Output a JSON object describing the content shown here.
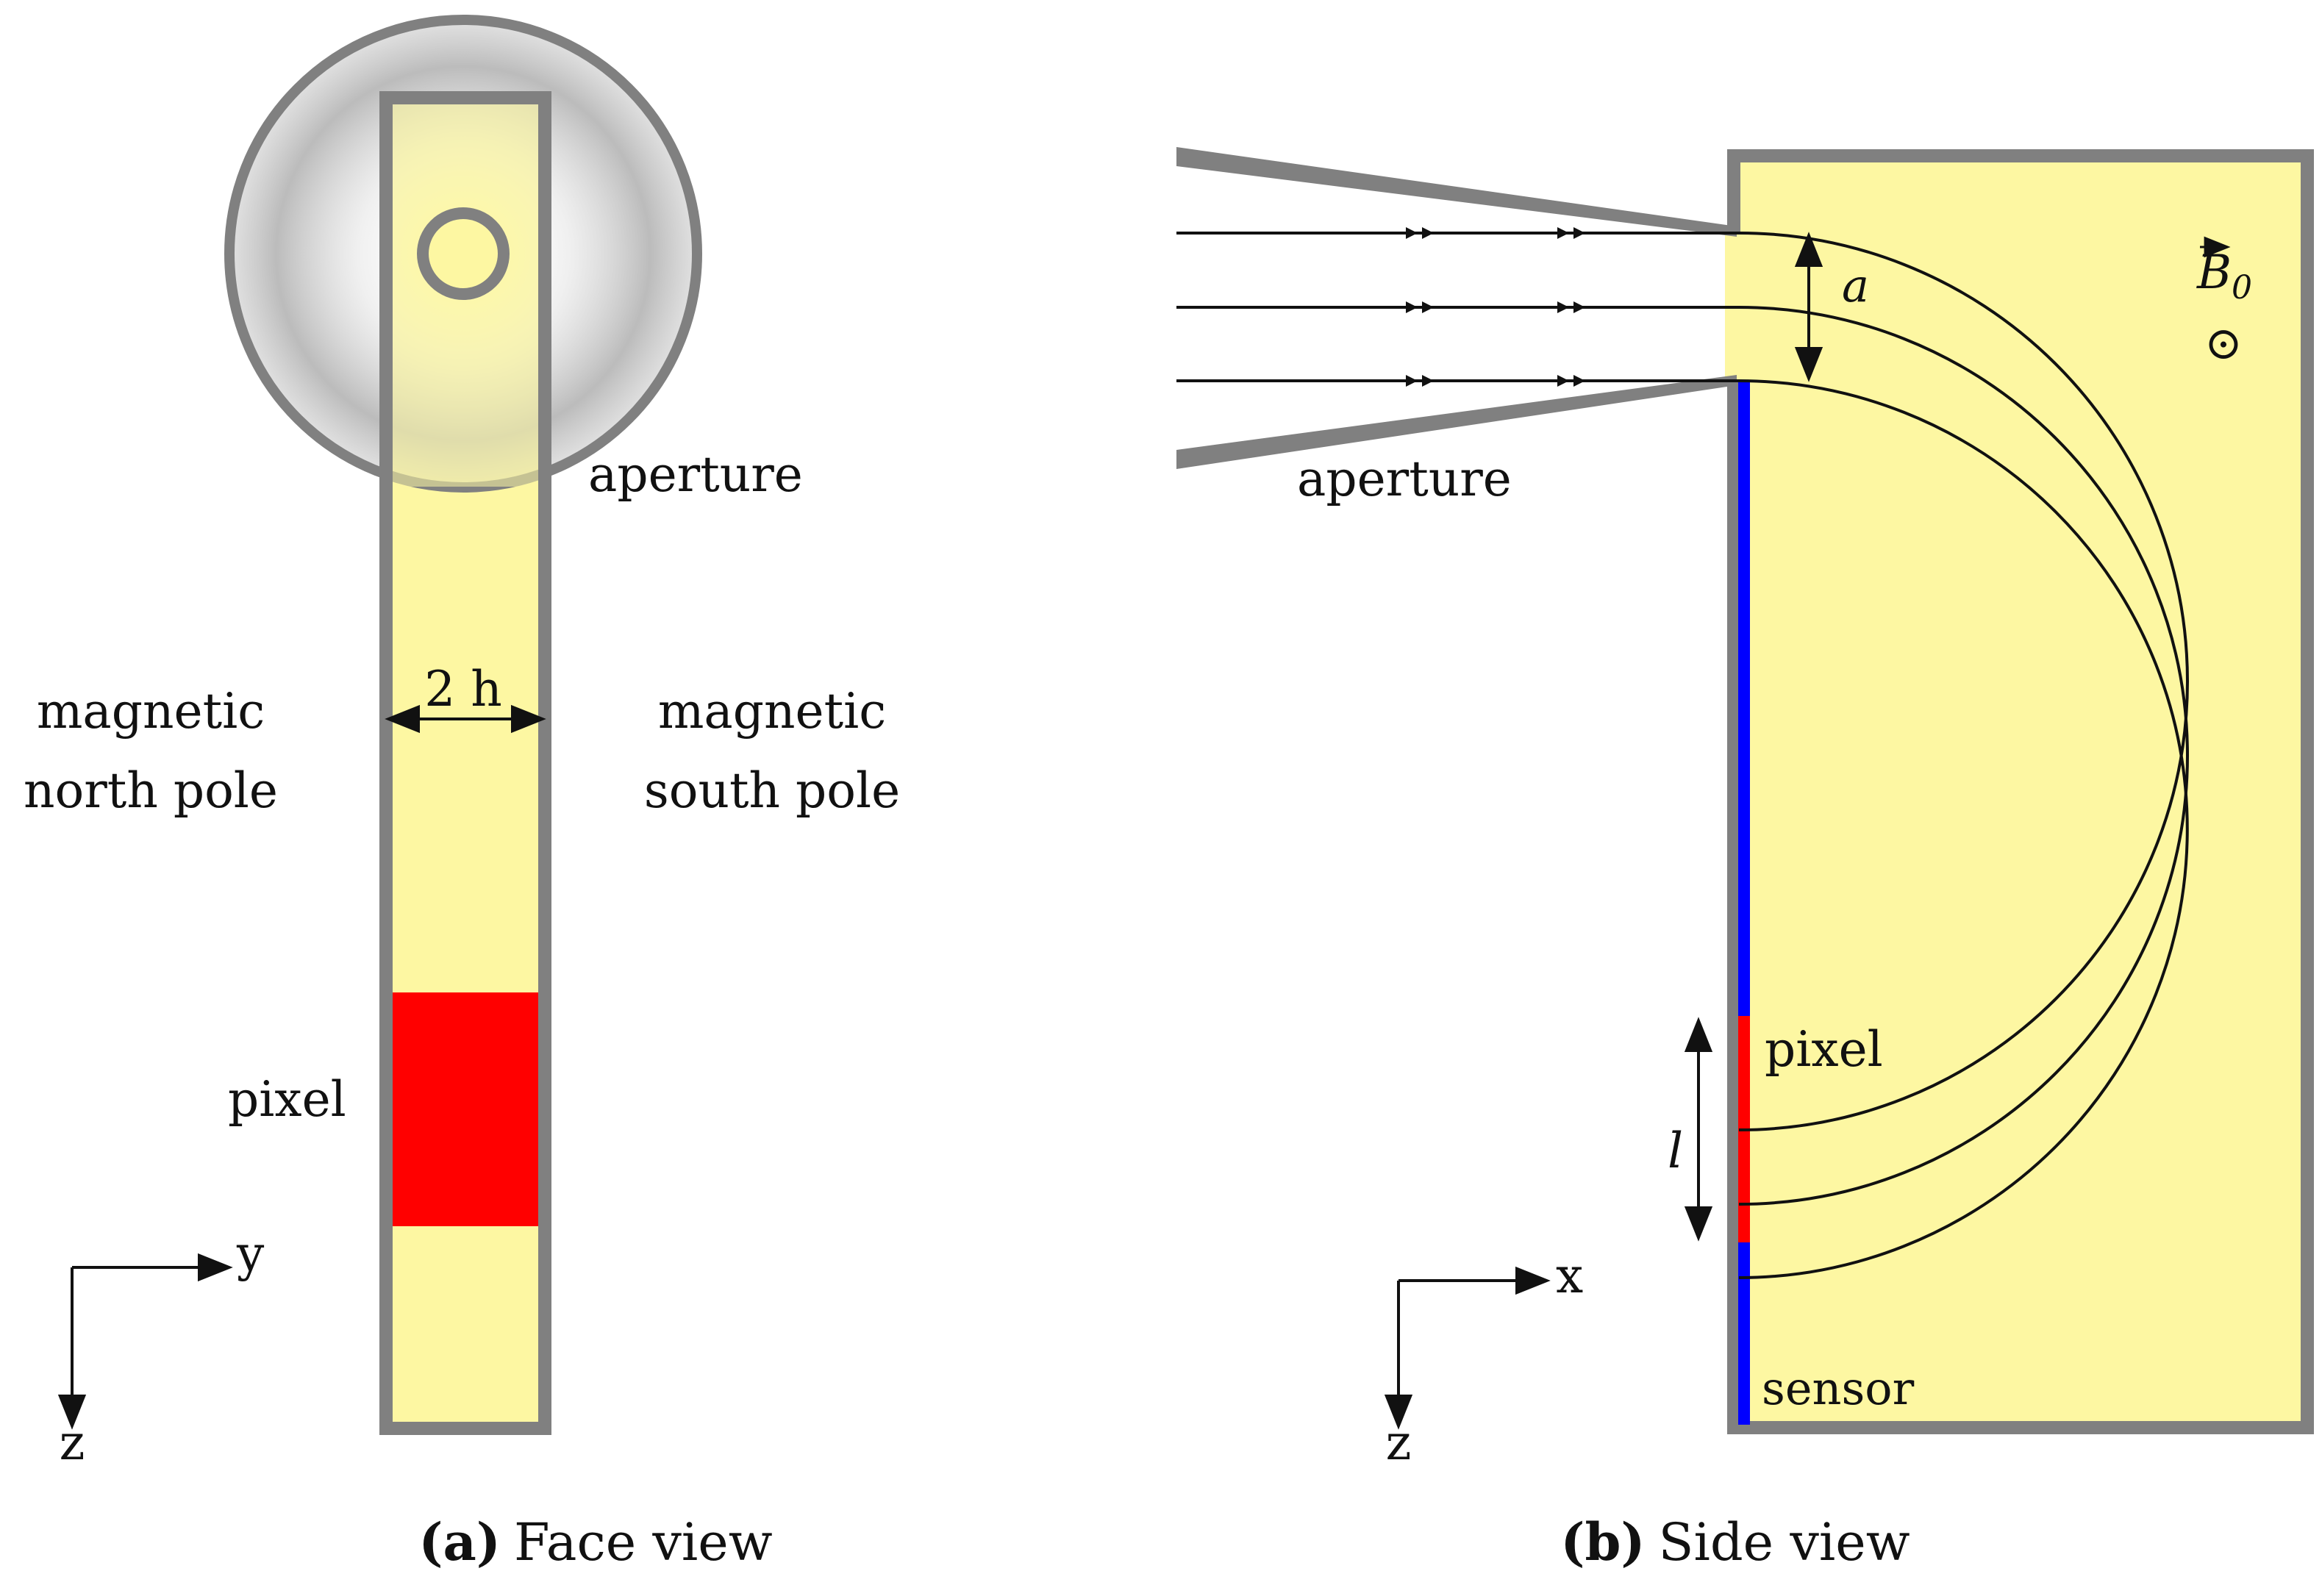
{
  "colors": {
    "fill_yellow": "#fdf7a2",
    "frame_gray": "#808080",
    "pixel_red": "#ff0000",
    "sensor_blue": "#0000ff",
    "line_black": "#111111",
    "background": "#ffffff"
  },
  "face_view": {
    "caption_tag": "(a)",
    "caption_text": "Face view",
    "aperture_label": "aperture",
    "width_label": "2 h",
    "north_pole_label_line1": "magnetic",
    "north_pole_label_line2": "north pole",
    "south_pole_label_line1": "magnetic",
    "south_pole_label_line2": "south pole",
    "pixel_label": "pixel",
    "axis_horizontal_label": "y",
    "axis_vertical_label": "z"
  },
  "side_view": {
    "caption_tag": "(b)",
    "caption_text": "Side view",
    "aperture_label": "aperture",
    "aperture_width_label": "a",
    "field_label": "B",
    "field_subscript": "0",
    "field_symbol": "⊙",
    "pixel_label": "pixel",
    "pixel_length_label": "l",
    "sensor_label": "sensor",
    "axis_horizontal_label": "x",
    "axis_vertical_label": "z"
  }
}
